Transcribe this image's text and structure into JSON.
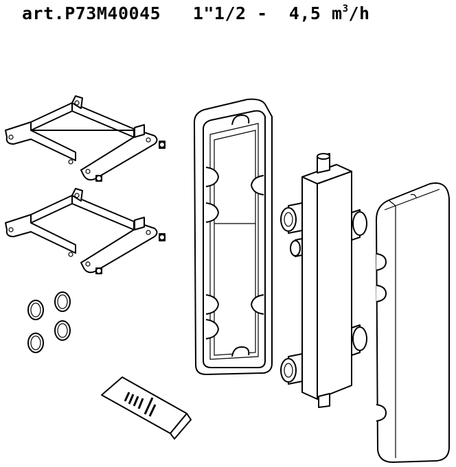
{
  "header": {
    "article": "art.P73M40045",
    "size": "1\"1/2 -",
    "flow_value": "4,5 m",
    "flow_exp": "3",
    "flow_unit": "/h"
  }
}
